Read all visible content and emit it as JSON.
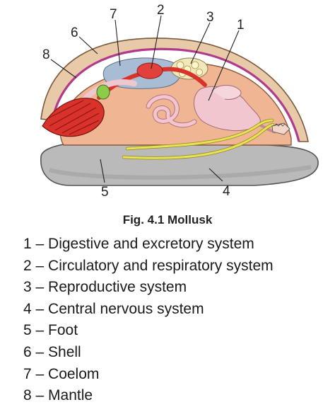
{
  "figure": {
    "caption": "Fig. 4.1 Mollusk",
    "callouts": [
      "1",
      "2",
      "3",
      "4",
      "5",
      "6",
      "7",
      "8"
    ]
  },
  "legend": [
    "1 – Digestive and excretory system",
    "2 – Circulatory and respiratory system",
    "3 – Reproductive system",
    "4 – Central nervous system",
    "5 – Foot",
    "6 – Shell",
    "7 – Coelom",
    "8 – Mantle"
  ],
  "colors": {
    "shell": "#e8c9a8",
    "mantle_line": "#b03a8c",
    "body": "#f0b593",
    "foot": "#b9b9b9",
    "coelom": "#a8bcd4",
    "heart": "#e0413b",
    "gills": "#d8322a",
    "digestive": "#f2c6cf",
    "reproductive": "#f1e7bb",
    "nerves": "#e8e15a"
  }
}
